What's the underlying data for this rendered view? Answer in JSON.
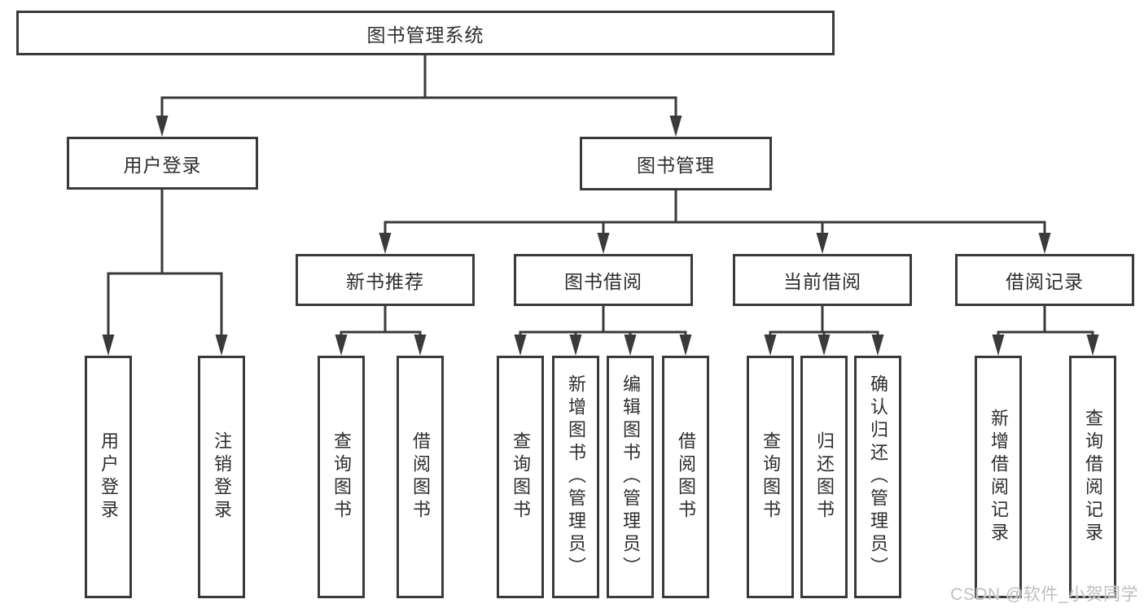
{
  "colors": {
    "line": "#3a3a3c",
    "text": "#2d2d2f",
    "box_background": "#ffffff",
    "watermark": "#bfbfbf"
  },
  "watermark": {
    "text": "CSDN @软件_小贺同学"
  },
  "tree": {
    "root": {
      "label": "图书管理系统",
      "children": [
        {
          "label": "用户登录",
          "children": [
            {
              "label": "用户登录"
            },
            {
              "label": "注销登录"
            }
          ]
        },
        {
          "label": "图书管理",
          "children": [
            {
              "label": "新书推荐",
              "children": [
                {
                  "label": "查询图书"
                },
                {
                  "label": "借阅图书"
                }
              ]
            },
            {
              "label": "图书借阅",
              "children": [
                {
                  "label": "查询图书"
                },
                {
                  "label": "新增图书（管理员）"
                },
                {
                  "label": "编辑图书（管理员）"
                },
                {
                  "label": "借阅图书"
                }
              ]
            },
            {
              "label": "当前借阅",
              "children": [
                {
                  "label": "查询图书"
                },
                {
                  "label": "归还图书"
                },
                {
                  "label": "确认归还（管理员）"
                }
              ]
            },
            {
              "label": "借阅记录",
              "children": [
                {
                  "label": "新增借阅记录"
                },
                {
                  "label": "查询借阅记录"
                }
              ]
            }
          ]
        }
      ]
    }
  }
}
